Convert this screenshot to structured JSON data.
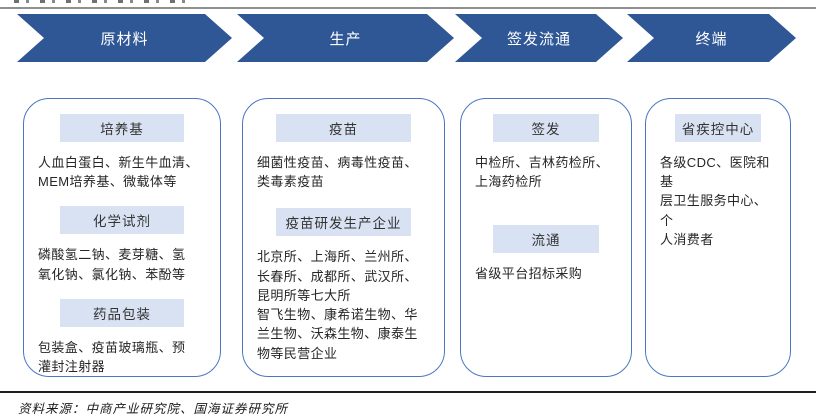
{
  "colors": {
    "arrow_blue": "#2F5795",
    "box_border": "#4B77C0",
    "section_header_bg": "#D9E2F3",
    "top_rule": "#8f8f8f",
    "bottom_rule": "#1f1f1f",
    "text": "#262626"
  },
  "stages": [
    {
      "label": "原材料",
      "sections": [
        {
          "title": "培养基",
          "body": "人血白蛋白、新生牛血清、\nMEM培养基、微载体等"
        },
        {
          "title": "化学试剂",
          "body": "磷酸氢二钠、麦芽糖、氢\n氧化钠、氯化钠、苯酚等"
        },
        {
          "title": "药品包装",
          "body": "包装盒、疫苗玻璃瓶、预\n灌封注射器"
        }
      ]
    },
    {
      "label": "生产",
      "sections": [
        {
          "title": "疫苗",
          "body": "细菌性疫苗、病毒性疫苗、\n类毒素疫苗"
        },
        {
          "title": "疫苗研发生产企业",
          "body": "北京所、上海所、兰州所、\n长春所、成都所、武汉所、\n昆明所等七大所\n智飞生物、康希诺生物、华\n兰生物、沃森生物、康泰生\n物等民营企业"
        }
      ]
    },
    {
      "label": "签发流通",
      "sections": [
        {
          "title": "签发",
          "body": "中检所、吉林药检所、\n上海药检所"
        },
        {
          "title": "流通",
          "body": "省级平台招标采购"
        }
      ]
    },
    {
      "label": "终端",
      "sections": [
        {
          "title": "省疾控中心",
          "body": "各级CDC、医院和基\n层卫生服务中心、个\n人消费者"
        }
      ]
    }
  ],
  "footer": {
    "source": "资料来源：中商产业研究院、国海证券研究所"
  }
}
